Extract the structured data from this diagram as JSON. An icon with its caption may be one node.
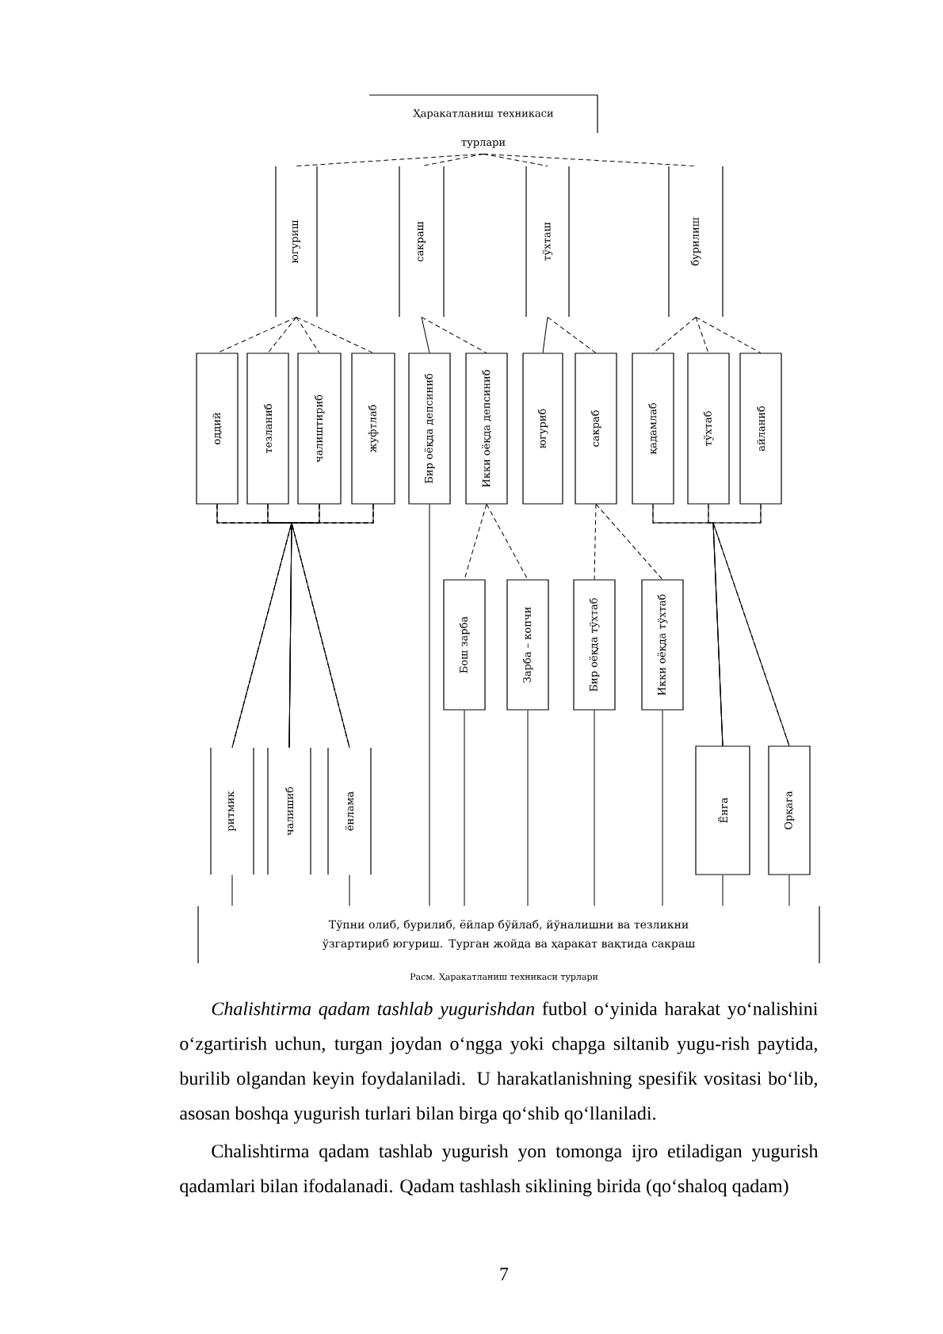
{
  "diagram": {
    "caption": "Расм. Ҳаракатланиш техникаси турлари",
    "nodes": [
      {
        "text": [
          "Ҳаракатланиш техникаси",
          "турлари"
        ]
      },
      {
        "text": [
          "югуриш"
        ]
      },
      {
        "text": [
          "сакраш"
        ]
      },
      {
        "text": [
          "тўхташ"
        ]
      },
      {
        "text": [
          "бурилиш"
        ]
      },
      {
        "text": [
          "оддий"
        ]
      },
      {
        "text": [
          "тезланиб"
        ]
      },
      {
        "text": [
          "чалиштириб"
        ]
      },
      {
        "text": [
          "жуфтлаб"
        ]
      },
      {
        "text": [
          "Бир оёқда депсиниб"
        ]
      },
      {
        "text": [
          "Икки оёқда депсиниб"
        ]
      },
      {
        "text": [
          "югуриб"
        ]
      },
      {
        "text": [
          "сакраб"
        ]
      },
      {
        "text": [
          "қадамлаб"
        ]
      },
      {
        "text": [
          "тўхтаб"
        ]
      },
      {
        "text": [
          "айланиб"
        ]
      },
      {
        "text": [
          "Бош зарба"
        ]
      },
      {
        "text": [
          "Зарба – копчи"
        ]
      },
      {
        "text": [
          "Бир оёқда тўхтаб"
        ]
      },
      {
        "text": [
          "Икки оёқда тўхтаб"
        ]
      },
      {
        "text": [
          "ритмик"
        ]
      },
      {
        "text": [
          "чалишиб"
        ]
      },
      {
        "text": [
          "ёнлама"
        ]
      },
      {
        "text": [
          "Ёнга"
        ]
      },
      {
        "text": [
          "Орқага"
        ]
      },
      {
        "text": [
          "Тўпни олиб, бурилиб, ёйлар бўйлаб, йўналишни ва тезликни ўзгартириб югуриш. Турган жойда ва ҳаракат вақтида сакраш"
        ]
      }
    ],
    "edges": [
      {
        "from": 0,
        "to": 1,
        "arrow": "none",
        "style": "dashed"
      },
      {
        "from": 0,
        "to": 2,
        "arrow": "none",
        "style": "dashed"
      },
      {
        "from": 0,
        "to": 3,
        "arrow": "none",
        "style": "dashed"
      },
      {
        "from": 0,
        "to": 4,
        "arrow": "none",
        "style": "dashed"
      },
      {
        "from": 1,
        "to": 5,
        "arrow": "none",
        "style": "dashed"
      },
      {
        "from": 1,
        "to": 6,
        "arrow": "none",
        "style": "dashed"
      },
      {
        "from": 1,
        "to": 7,
        "arrow": "none",
        "style": "dashed"
      },
      {
        "from": 1,
        "to": 8,
        "arrow": "none",
        "style": "dashed"
      },
      {
        "from": 2,
        "to": 9,
        "arrow": "none"
      },
      {
        "from": 2,
        "to": 10,
        "arrow": "none",
        "style": "dashed"
      },
      {
        "from": 3,
        "to": 11,
        "arrow": "none"
      },
      {
        "from": 3,
        "to": 12,
        "arrow": "none",
        "style": "dashed"
      },
      {
        "from": 4,
        "to": 13,
        "arrow": "none",
        "style": "dashed"
      },
      {
        "from": 4,
        "to": 14,
        "arrow": "none",
        "style": "dashed"
      },
      {
        "from": 4,
        "to": 15,
        "arrow": "none",
        "style": "dashed"
      },
      {
        "from": 5,
        "to": 20,
        "arrow": "none",
        "style": "dashed"
      },
      {
        "from": 6,
        "to": 20,
        "arrow": "none",
        "style": "dashed"
      },
      {
        "from": 7,
        "to": 20,
        "arrow": "none",
        "style": "dashed"
      },
      {
        "from": 8,
        "to": 20,
        "arrow": "none",
        "style": "dashed"
      },
      {
        "from": 5,
        "to": 21,
        "arrow": "none"
      },
      {
        "from": 6,
        "to": 21,
        "arrow": "none"
      },
      {
        "from": 7,
        "to": 21,
        "arrow": "none"
      },
      {
        "from": 8,
        "to": 21,
        "arrow": "none"
      },
      {
        "from": 5,
        "to": 22,
        "arrow": "none",
        "style": "dashed"
      },
      {
        "from": 6,
        "to": 22,
        "arrow": "none",
        "style": "dashed"
      },
      {
        "from": 7,
        "to": 22,
        "arrow": "none",
        "style": "dashed"
      },
      {
        "from": 8,
        "to": 22,
        "arrow": "none",
        "style": "dashed"
      },
      {
        "from": 10,
        "to": 16,
        "arrow": "none",
        "style": "dashed"
      },
      {
        "from": 10,
        "to": 17,
        "arrow": "none",
        "style": "dashed"
      },
      {
        "from": 12,
        "to": 18,
        "arrow": "none",
        "style": "dashed"
      },
      {
        "from": 12,
        "to": 19,
        "arrow": "none",
        "style": "dashed"
      },
      {
        "from": 13,
        "to": 23,
        "arrow": "none"
      },
      {
        "from": 14,
        "to": 23,
        "arrow": "none"
      },
      {
        "from": 15,
        "to": 23,
        "arrow": "none"
      },
      {
        "from": 13,
        "to": 24,
        "arrow": "none",
        "style": "dashed"
      },
      {
        "from": 14,
        "to": 24,
        "arrow": "none",
        "style": "dashed"
      },
      {
        "from": 15,
        "to": 24,
        "arrow": "none",
        "style": "dashed"
      },
      {
        "from": 9,
        "to": 25,
        "arrow": "none"
      },
      {
        "from": 16,
        "to": 25,
        "arrow": "none"
      },
      {
        "from": 17,
        "to": 25,
        "arrow": "none"
      },
      {
        "from": 18,
        "to": 25,
        "arrow": "none"
      },
      {
        "from": 19,
        "to": 25,
        "arrow": "none"
      },
      {
        "from": 20,
        "to": 25,
        "arrow": "none"
      },
      {
        "from": 22,
        "to": 25,
        "arrow": "none"
      },
      {
        "from": 23,
        "to": 25,
        "arrow": "none"
      },
      {
        "from": 24,
        "to": 25,
        "arrow": "none"
      }
    ],
    "labels": [
      "*Chalishtirma qadam tashlab yugurishdan* futbol o‘yinida harakat yo‘nalishini o‘zgartirish uchun, turgan joydan o‘ngga yoki chapga siltanib yugu-rish paytida, burilib olgandan keyin foydalaniladi. U harakatlanishning spesifik vositasi bo‘lib, asosan boshqa yugurish turlari bilan birga qo‘shib qo‘llaniladi.",
      "Chalishtirma qadam tashlab yugurish yon tomonga ijro etiladigan yugurish qadamlari bilan ifodalanadi. Qadam tashlash siklining birida (qo‘shaloq qadam)",
      "7"
    ]
  }
}
